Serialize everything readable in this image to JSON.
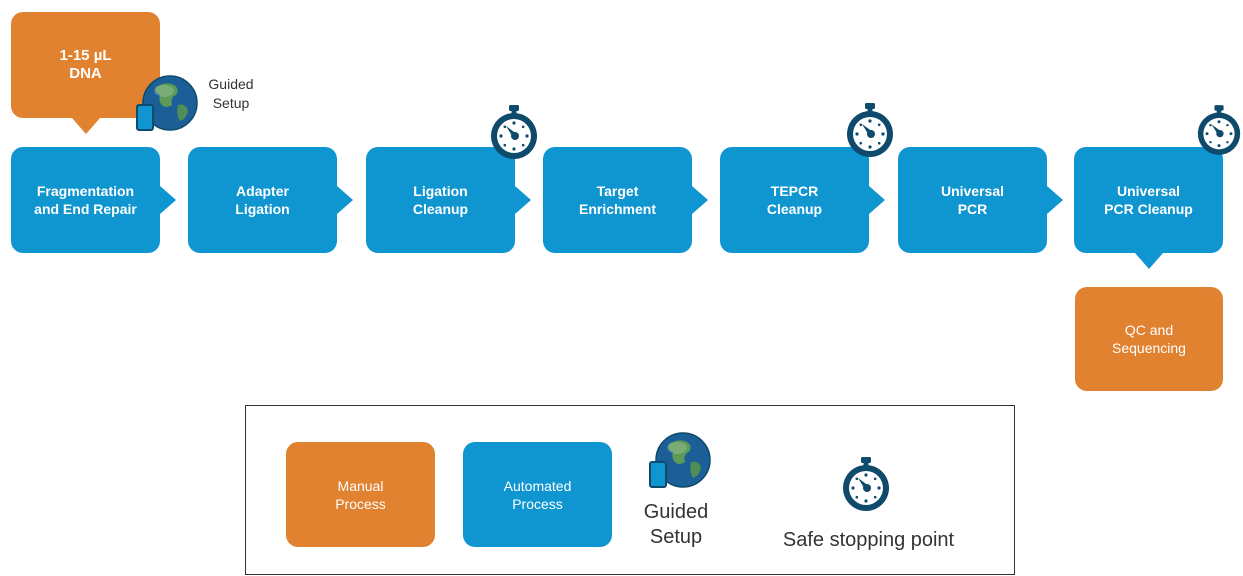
{
  "input": {
    "line1": "1-15 µL",
    "line2": "DNA"
  },
  "guided_setup_label": {
    "line1": "Guided",
    "line2": "Setup"
  },
  "steps": [
    {
      "line1": "Fragmentation",
      "line2": "and End Repair"
    },
    {
      "line1": "Adapter",
      "line2": "Ligation"
    },
    {
      "line1": "Ligation",
      "line2": "Cleanup"
    },
    {
      "line1": "Target",
      "line2": "Enrichment"
    },
    {
      "line1": "TEPCR",
      "line2": "Cleanup"
    },
    {
      "line1": "Universal",
      "line2": "PCR"
    },
    {
      "line1": "Universal",
      "line2": "PCR Cleanup"
    }
  ],
  "output": {
    "line1": "QC and",
    "line2": "Sequencing"
  },
  "legend": {
    "manual": {
      "line1": "Manual",
      "line2": "Process"
    },
    "automated": {
      "line1": "Automated",
      "line2": "Process"
    },
    "guided": {
      "line1": "Guided",
      "line2": "Setup"
    },
    "safe_stop": "Safe stopping point"
  },
  "colors": {
    "manual": "#e08230",
    "automated": "#0f95d0",
    "icon_dark": "#0e4a6b"
  },
  "icons": {
    "guided_setup": "globe-tablet-icon",
    "safe_stop": "stopwatch-icon"
  }
}
